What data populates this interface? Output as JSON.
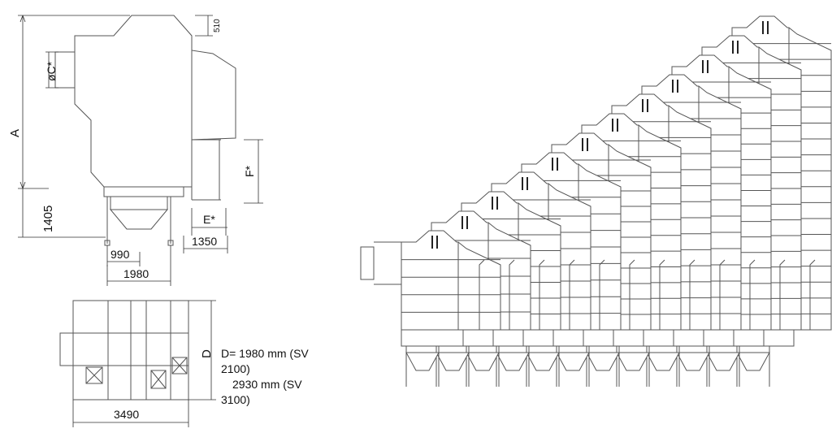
{
  "side_view": {
    "label_a": "A",
    "label_c": "øC*",
    "label_510": "510",
    "label_f": "F*",
    "label_e": "E*",
    "label_1405": "1405",
    "label_990": "990",
    "label_1350": "1350",
    "label_1980": "1980"
  },
  "plan_view": {
    "label_d": "D",
    "label_3490": "3490"
  },
  "note": {
    "line1": "D= 1980 mm (SV",
    "line2": "2100)",
    "line3": "2930 mm (SV",
    "line4": "3100)"
  },
  "series_view": {
    "module_count": 12
  }
}
